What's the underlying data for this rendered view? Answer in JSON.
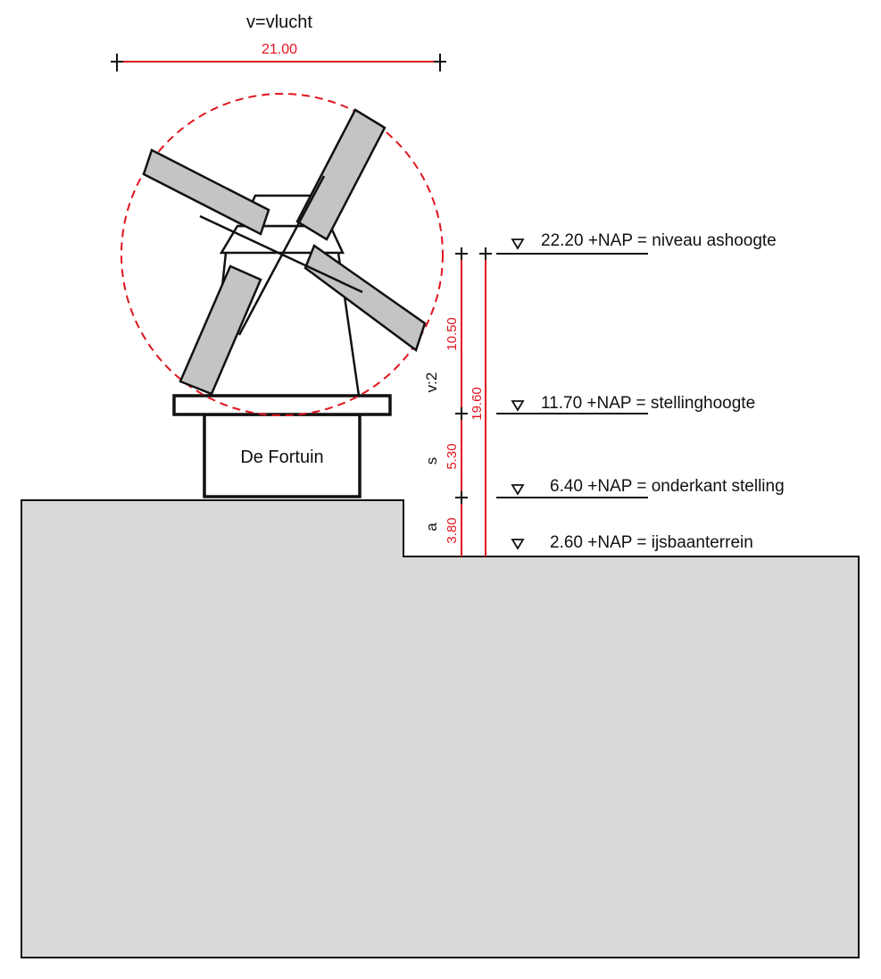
{
  "span": {
    "title": "v=vlucht",
    "value": "21.00"
  },
  "mill": {
    "name": "De Fortuin"
  },
  "levels": [
    {
      "label": "22.20 +NAP = niveau ashoogte"
    },
    {
      "label": "11.70 +NAP = stellinghoogte"
    },
    {
      "label": "6.40 +NAP = onderkant stelling"
    },
    {
      "label": "2.60 +NAP = ijsbaanterrein"
    }
  ],
  "dimensions": {
    "v_half": {
      "letter": "v:2",
      "value": "10.50"
    },
    "s": {
      "letter": "s",
      "value": "5.30"
    },
    "a": {
      "letter": "a",
      "value": "3.80"
    },
    "total": {
      "value": "19.60"
    }
  },
  "colors": {
    "line": "#111111",
    "dimension": "#e0141e",
    "terrain": "#d9d9d9",
    "blade": "#c4c4c4"
  }
}
